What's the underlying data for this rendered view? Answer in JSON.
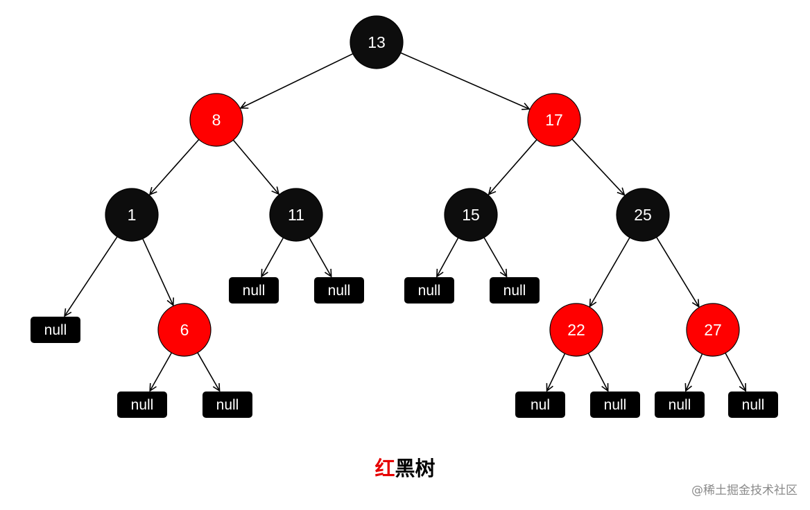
{
  "colors": {
    "black_node": "#0d0d0d",
    "red_node": "#ff0000",
    "null_box": "#000000",
    "edge": "#000000",
    "caption_red": "#e60000"
  },
  "tree": {
    "nodes": [
      {
        "id": "n13",
        "label": "13",
        "color": "black"
      },
      {
        "id": "n8",
        "label": "8",
        "color": "red"
      },
      {
        "id": "n17",
        "label": "17",
        "color": "red"
      },
      {
        "id": "n1",
        "label": "1",
        "color": "black"
      },
      {
        "id": "n11",
        "label": "11",
        "color": "black"
      },
      {
        "id": "n15",
        "label": "15",
        "color": "black"
      },
      {
        "id": "n25",
        "label": "25",
        "color": "black"
      },
      {
        "id": "n6",
        "label": "6",
        "color": "red"
      },
      {
        "id": "n22",
        "label": "22",
        "color": "red"
      },
      {
        "id": "n27",
        "label": "27",
        "color": "red"
      }
    ],
    "null_leaves": [
      {
        "id": "null-1-left",
        "label": "null"
      },
      {
        "id": "null-6-left",
        "label": "null"
      },
      {
        "id": "null-6-right",
        "label": "null"
      },
      {
        "id": "null-11-left",
        "label": "null"
      },
      {
        "id": "null-11-right",
        "label": "null"
      },
      {
        "id": "null-15-left",
        "label": "null"
      },
      {
        "id": "null-15-right",
        "label": "null"
      },
      {
        "id": "null-22-left",
        "label": "nul"
      },
      {
        "id": "null-22-right",
        "label": "null"
      },
      {
        "id": "null-27-left",
        "label": "null"
      },
      {
        "id": "null-27-right",
        "label": "null"
      }
    ],
    "edges": [
      [
        "n13",
        "n8"
      ],
      [
        "n13",
        "n17"
      ],
      [
        "n8",
        "n1"
      ],
      [
        "n8",
        "n11"
      ],
      [
        "n17",
        "n15"
      ],
      [
        "n17",
        "n25"
      ],
      [
        "n1",
        "null-1-left"
      ],
      [
        "n1",
        "n6"
      ],
      [
        "n6",
        "null-6-left"
      ],
      [
        "n6",
        "null-6-right"
      ],
      [
        "n11",
        "null-11-left"
      ],
      [
        "n11",
        "null-11-right"
      ],
      [
        "n15",
        "null-15-left"
      ],
      [
        "n15",
        "null-15-right"
      ],
      [
        "n25",
        "n22"
      ],
      [
        "n25",
        "n27"
      ],
      [
        "n22",
        "null-22-left"
      ],
      [
        "n22",
        "null-22-right"
      ],
      [
        "n27",
        "null-27-left"
      ],
      [
        "n27",
        "null-27-right"
      ]
    ]
  },
  "caption": {
    "red_part": "红",
    "rest": "黑树"
  },
  "watermark": "@稀土掘金技术社区"
}
